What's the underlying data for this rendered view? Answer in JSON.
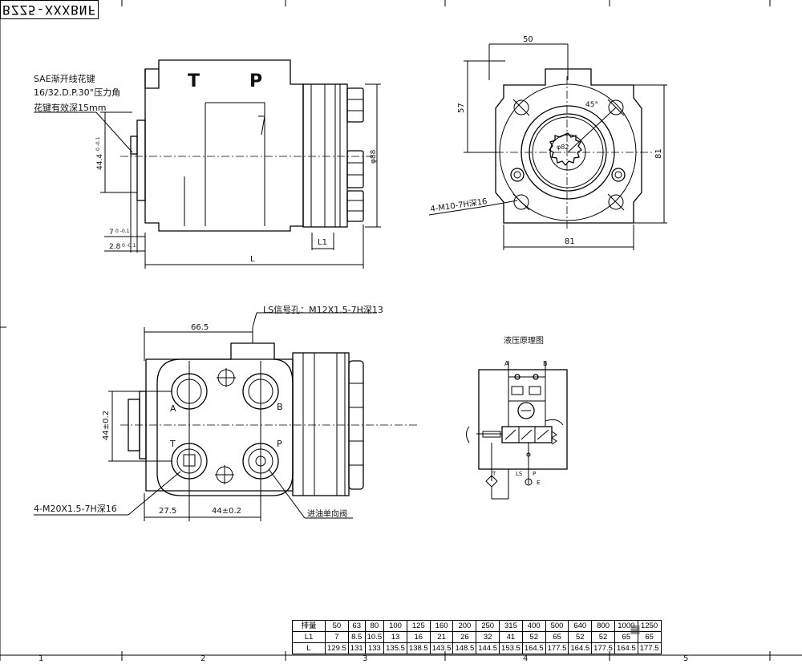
{
  "drawing_code": "BZZ5-XXXBNF",
  "labels": {
    "port_t": "T",
    "port_p": "P",
    "port_a": "A",
    "port_b": "B",
    "port_t2": "T",
    "port_p2": "P",
    "sae_1": "SAE渐开线花键",
    "sae_2": "16/32.D.P.30°压力角",
    "sae_3": "花键有效深15mm",
    "dim_44_4": "44.4",
    "dim_44_4_tol": "0 -0.1",
    "dim_7": "7",
    "dim_7_tol": "0 -0.1",
    "dim_2_8": "2.8",
    "dim_2_8_tol": "0 -0.1",
    "dim_L1": "L1",
    "dim_L": "L",
    "dim_phi88": "φ88",
    "dim_50": "50",
    "dim_57": "57",
    "dim_81_h": "81",
    "dim_81_v": "81",
    "dim_45": "45°",
    "dim_phi82": "φ82",
    "m10": "4-M10-7H深16",
    "ls_port": "LS信号孔：M12X1.5-7H深13",
    "dim_66_5": "66.5",
    "dim_44_02_v": "44±0.2",
    "dim_27_5": "27.5",
    "dim_44_02_h": "44±0.2",
    "m20": "4-M20X1.5-7H深16",
    "check_valve": "进油单向阀",
    "hyd_title": "液压原理图",
    "hyd_a": "A",
    "hyd_b": "B",
    "hyd_t": "T",
    "hyd_ls": "LS",
    "hyd_p": "P",
    "hyd_e": "E"
  },
  "border_numbers": [
    "1",
    "2",
    "3",
    "4",
    "5"
  ],
  "table": {
    "header_label": "排量",
    "displacement": [
      "50",
      "63",
      "80",
      "100",
      "125",
      "160",
      "200",
      "250",
      "315",
      "400",
      "500",
      "640",
      "800",
      "1000",
      "1250"
    ],
    "l1_label": "L1",
    "l1": [
      "7",
      "8.5",
      "10.5",
      "13",
      "16",
      "21",
      "26",
      "32",
      "41",
      "52",
      "65",
      "52",
      "52",
      "65",
      "65"
    ],
    "l_label": "L",
    "l": [
      "129.5",
      "131",
      "133",
      "135.5",
      "138.5",
      "143.5",
      "148.5",
      "144.5",
      "153.5",
      "164.5",
      "177.5",
      "164.5",
      "177.5",
      "164.5",
      "177.5"
    ]
  },
  "table_icon": "table-icon"
}
